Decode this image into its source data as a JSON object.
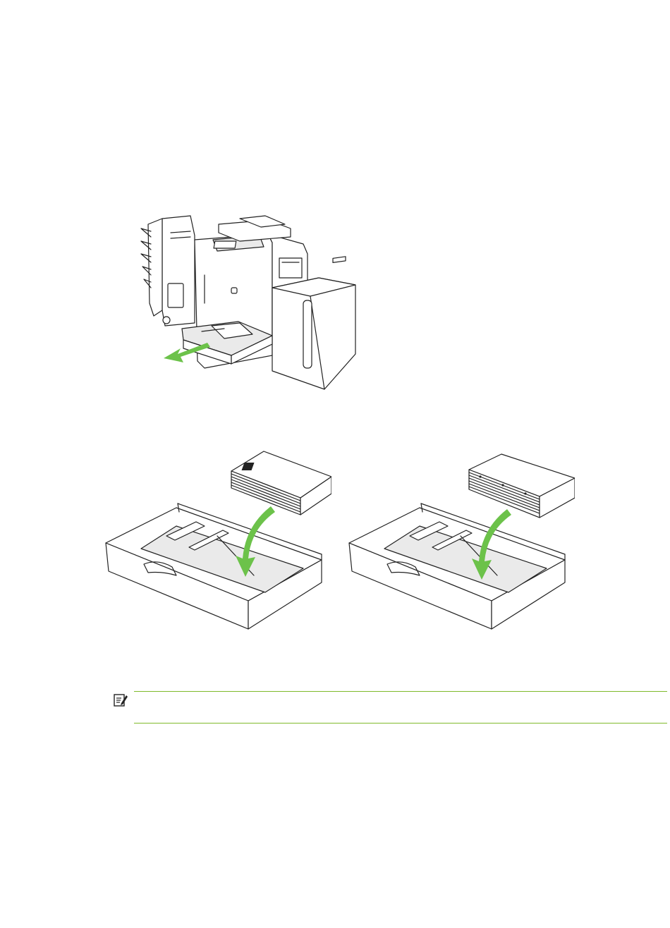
{
  "figures": {
    "printer": {
      "icon": "printer-with-tray-open"
    },
    "tray_left": {
      "icon": "letterhead-paper-into-tray"
    },
    "tray_right": {
      "icon": "prepunched-paper-into-tray"
    }
  },
  "note": {
    "icon": "note-icon"
  },
  "colors": {
    "accent": "#7fba2a",
    "arrow": "#6cc24a"
  }
}
